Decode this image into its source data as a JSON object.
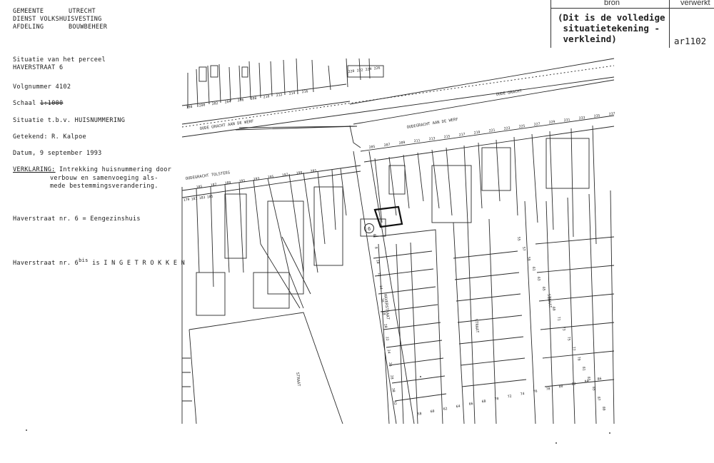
{
  "letterhead": {
    "row1_left": "GEMEENTE",
    "row1_right": "UTRECHT",
    "row2": "DIENST VOLKSHUISVESTING",
    "row3_left": "AFDELING",
    "row3_right": "BOUWBEHEER"
  },
  "meta": {
    "title_line1": "Situatie van het perceel",
    "title_line2": "HAVERSTRAAT 6",
    "volgnummer": "Volgnummer 4102",
    "schaal_label": "Schaal",
    "schaal_value": "1:1000",
    "situatie": "Situatie t.b.v. HUISNUMMERING",
    "getekend": "Getekend: R. Kalpoe",
    "datum": "Datum,   9 september 1993",
    "verklaring_label": "VERKLARING:",
    "verklaring_line1": "Intrekking huisnummering door",
    "verklaring_line2": "verbouw en samenvoeging als-",
    "verklaring_line3": "mede bestemmingsverandering.",
    "note1": "Haverstraat nr. 6 = Eengezinshuis",
    "note2_prefix": "Haverstraat nr. 6",
    "note2_sup": "bis",
    "note2_suffix": " is  I N G E T R O K K E N"
  },
  "stamp": {
    "bron": "bron",
    "verwerkt": "verwerkt",
    "note": "(Dit is de volledige\n situatietekening -\n verkleind)",
    "code": "ar1102"
  },
  "map": {
    "street_oudegracht": "OUDE GRACHT",
    "street_aandewerf": "OUDEGRACHT AAN DE WERF",
    "street_werf_left": "OUDE GRACHT AAN DE WERF",
    "street_tolsteeg": "OUDEGRACHT TOLSTEEG",
    "street_haverstraat": "HAVERSTRAAT",
    "street_jacobs": "STRAAT",
    "street_lange": "STRAAT",
    "street_left": "STRAAT",
    "numbers_top": [
      "198",
      "200",
      "202",
      "204",
      "206",
      "208",
      "210",
      "212",
      "214",
      "216"
    ],
    "numbers_top_right": [
      "220",
      "222",
      "224",
      "226"
    ],
    "numbers_row2": [
      "185",
      "187",
      "189",
      "191",
      "193",
      "195",
      "197",
      "199",
      "201"
    ],
    "numbers_mid": [
      "205",
      "207",
      "209",
      "211",
      "213",
      "215",
      "217",
      "219",
      "221",
      "223",
      "225",
      "227",
      "229",
      "231",
      "233",
      "235",
      "237"
    ],
    "numbers_left": [
      "179",
      "181",
      "183",
      "185"
    ],
    "numbers_street": [
      "6",
      "8",
      "10",
      "12",
      "14",
      "16",
      "18",
      "20",
      "22",
      "24",
      "26",
      "28",
      "30",
      "32"
    ],
    "numbers_right": [
      "55",
      "57",
      "59",
      "61",
      "63",
      "65",
      "67",
      "69",
      "71",
      "73",
      "75",
      "77",
      "79",
      "81",
      "83",
      "85",
      "87",
      "89"
    ],
    "numbers_bottom": [
      "58",
      "60",
      "62",
      "64",
      "66",
      "68",
      "70",
      "72",
      "74",
      "76",
      "78",
      "80",
      "82",
      "84",
      "86"
    ],
    "house_number_circle": "6"
  }
}
